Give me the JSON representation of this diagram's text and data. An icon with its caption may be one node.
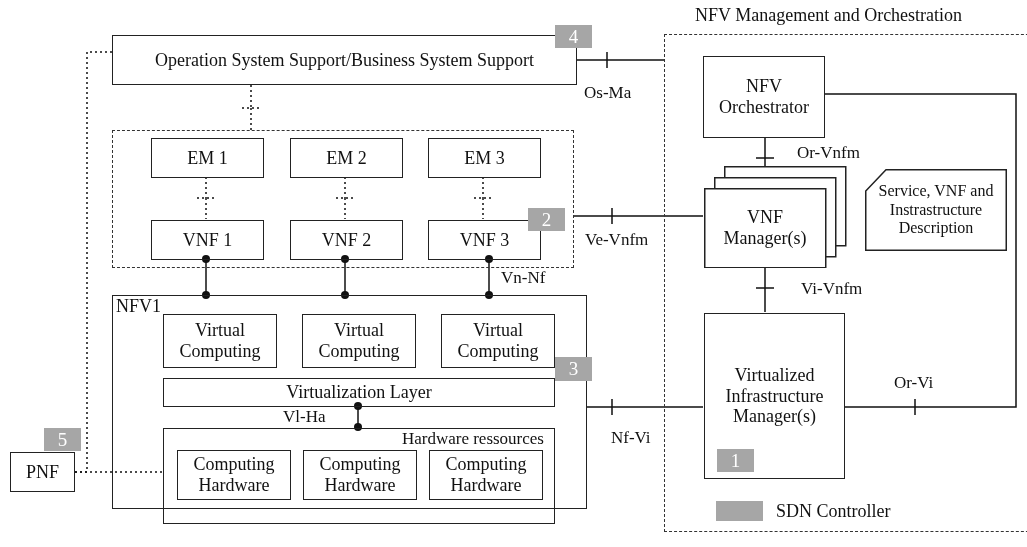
{
  "diagram": {
    "nodes": [
      {
        "text": [
          "Operation System Support/Business System Support"
        ]
      },
      {
        "text": [
          "4"
        ]
      },
      {
        "text": [
          "NFV Management and Orchestration"
        ]
      },
      {
        "text": [
          "NFV Orchestrator"
        ],
        "in": 2
      },
      {
        "text": [],
        "shape": "box"
      },
      {
        "text": [
          "EM 1"
        ],
        "in": 4
      },
      {
        "text": [
          "EM 2"
        ],
        "in": 4
      },
      {
        "text": [
          "EM 3"
        ],
        "in": 4
      },
      {
        "text": [
          "VNF Manager(s)"
        ],
        "in": 2
      },
      {
        "text": [
          "Service, VNF and Instrastructure Description"
        ],
        "in": 2
      },
      {
        "text": [
          "VNF 1"
        ],
        "in": 4
      },
      {
        "text": [
          "VNF 2"
        ],
        "in": 4
      },
      {
        "text": [
          "VNF 3"
        ],
        "in": 4
      },
      {
        "text": [
          "2"
        ],
        "in": 4
      },
      {
        "text": [
          "NFV1"
        ]
      },
      {
        "text": [
          "Virtual Computing"
        ],
        "in": 14
      },
      {
        "text": [
          "Virtual Computing"
        ],
        "in": 14
      },
      {
        "text": [
          "Virtual Computing"
        ],
        "in": 14
      },
      {
        "text": [
          "3"
        ]
      },
      {
        "text": [
          "Virtualization Layer"
        ],
        "in": 14
      },
      {
        "text": [
          "Hardware ressources"
        ],
        "in": 14
      },
      {
        "text": [
          "Computing Hardware"
        ],
        "in": 20
      },
      {
        "text": [
          "Computing Hardware"
        ],
        "in": 20
      },
      {
        "text": [
          "Computing Hardware"
        ],
        "in": 20
      },
      {
        "text": [
          "Virtualized Infrastructure Manager(s)"
        ],
        "in": 2
      },
      {
        "text": [
          "1"
        ],
        "in": 24
      },
      {
        "text": [
          "PNF"
        ]
      },
      {
        "text": [
          "5"
        ]
      }
    ],
    "edges": [
      {
        "from": 0,
        "to": 2,
        "arrow": "none",
        "label": "Os-Ma"
      },
      {
        "from": 0,
        "to": 4,
        "arrow": "none",
        "style": "dashed"
      },
      {
        "from": 5,
        "to": 10,
        "arrow": "none",
        "style": "dashed"
      },
      {
        "from": 6,
        "to": 11,
        "arrow": "none",
        "style": "dashed"
      },
      {
        "from": 7,
        "to": 12,
        "arrow": "none",
        "style": "dashed"
      },
      {
        "from": 4,
        "to": 8,
        "arrow": "none",
        "label": "Ve-Vnfm"
      },
      {
        "from": 3,
        "to": 8,
        "arrow": "none",
        "label": "Or-Vnfm"
      },
      {
        "from": 8,
        "to": 24,
        "arrow": "none",
        "label": "Vi-Vnfm"
      },
      {
        "from": 3,
        "to": 24,
        "arrow": "none",
        "label": "Or-Vi"
      },
      {
        "from": 14,
        "to": 24,
        "arrow": "none",
        "label": "Nf-Vi"
      },
      {
        "from": 10,
        "to": 14,
        "arrow": "other"
      },
      {
        "from": 11,
        "to": 14,
        "arrow": "other"
      },
      {
        "from": 12,
        "to": 14,
        "arrow": "other",
        "label": "Vn-Nf"
      },
      {
        "from": 19,
        "to": 20,
        "arrow": "other",
        "label": "Vl-Ha"
      },
      {
        "from": 26,
        "to": 20,
        "arrow": "none",
        "style": "dashed"
      },
      {
        "from": 26,
        "to": 0,
        "arrow": "none",
        "style": "dashed"
      }
    ],
    "legend": [
      {
        "text": "SDN Controller",
        "color": "#a6a6a6"
      }
    ]
  }
}
